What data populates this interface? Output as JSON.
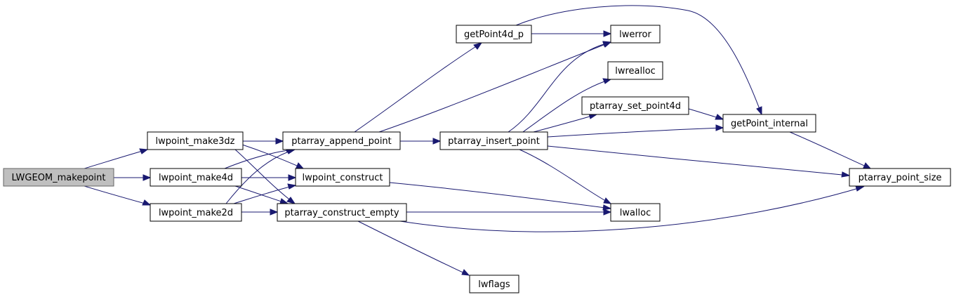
{
  "graph": {
    "colors": {
      "edge": "#191970",
      "node_border": "#000000",
      "root_fill": "#bfbfbf",
      "root_border": "#666666",
      "background": "#ffffff"
    },
    "nodes": {
      "lwgeom_makepoint": "LWGEOM_makepoint",
      "lwpoint_make3dz": "lwpoint_make3dz",
      "lwpoint_make4d": "lwpoint_make4d",
      "lwpoint_make2d": "lwpoint_make2d",
      "ptarray_append_point": "ptarray_append_point",
      "lwpoint_construct": "lwpoint_construct",
      "ptarray_construct_empty": "ptarray_construct_empty",
      "getpoint4d_p": "getPoint4d_p",
      "ptarray_insert_point": "ptarray_insert_point",
      "lwflags": "lwflags",
      "lwerror": "lwerror",
      "lwrealloc": "lwrealloc",
      "ptarray_set_point4d": "ptarray_set_point4d",
      "lwalloc": "lwalloc",
      "getpoint_internal": "getPoint_internal",
      "ptarray_point_size": "ptarray_point_size"
    }
  }
}
